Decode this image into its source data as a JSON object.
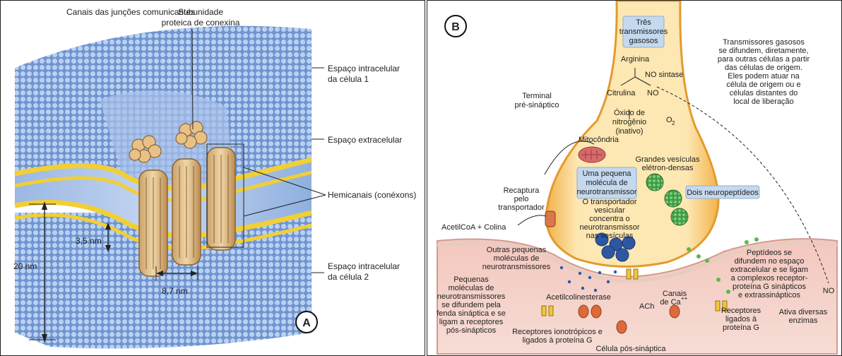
{
  "panel_a": {
    "badge": "A",
    "top_left_label": "Canais das junções comunicantes",
    "subunit_label": [
      "Subunidade",
      "proteica de conexina"
    ],
    "intra1_label": [
      "Espaço intracelular",
      "da célula 1"
    ],
    "extra_label": "Espaço extracelular",
    "hemichannel_label": "Hemicanais (conéxons)",
    "intra2_label": [
      "Espaço intracelular",
      "da célula 2"
    ],
    "dim_20": "20 nm",
    "dim_35": "3,5 nm",
    "dim_87": "8,7 nm"
  },
  "panel_b": {
    "badge": "B",
    "three_gas": [
      "Três",
      "transmissores",
      "gasosos"
    ],
    "arginine": "Arginina",
    "no_synthase": "NO sintase",
    "citrulline": "Citrulina",
    "no": "NO",
    "nitric_oxide": [
      "Óxido de",
      "nitrogênio",
      "(inativo)"
    ],
    "o2": "O",
    "o2_sub": "2",
    "presyn": [
      "Terminal",
      "pré-sináptico"
    ],
    "gas_desc": [
      "Transmissores gasosos",
      "se difundem, diretamente,",
      "para outras células a partir",
      "das células de origem.",
      "Eles podem atuar na",
      "célula de origem ou e",
      "células distantes do",
      "local de liberação"
    ],
    "mito": "Mitocôndria",
    "dense_vesicles": [
      "Grandes vesículas",
      "elétron-densas"
    ],
    "small_nt": [
      "Uma pequena",
      "molécula de",
      "neurotransmissor"
    ],
    "two_neuropeptides": "Dois neuropeptídeos",
    "reuptake": [
      "Recaptura",
      "pelo",
      "transportador"
    ],
    "vesicular_transporter": [
      "O transportador",
      "vesicular",
      "concentra o",
      "neurotransmissor",
      "nas vesículas"
    ],
    "acetyl_coa": "AcetilCoA + Colina",
    "other_small": [
      "Outras pequenas",
      "moléculas de",
      "neurotransmissores"
    ],
    "small_diffuse": [
      "Pequenas",
      "moléculas de",
      "neurotransmissores",
      "se difundem pela",
      "fenda sináptica e se",
      "ligam a receptores",
      "pós-sinápticos"
    ],
    "ache": "Acetilcolinesterase",
    "ach": "ACh",
    "ca_channels": [
      "Canais",
      "de Ca"
    ],
    "ca_sup": "++",
    "peptides_diffuse": [
      "Peptídeos se",
      "difundem no espaço",
      "extracelular e se ligam",
      "a complexos receptor-",
      "proteína G sinápticos",
      "e extrassinápticos"
    ],
    "no_bottom": "NO",
    "receptors_g": [
      "Receptores",
      "ligados à",
      "proteína G"
    ],
    "enzymes": [
      "Ativa diversas",
      "enzimas"
    ],
    "ionotropic": [
      "Receptores ionotrópicos e",
      "ligados à proteína G"
    ],
    "postsyn": "Célula pós-sináptica"
  }
}
